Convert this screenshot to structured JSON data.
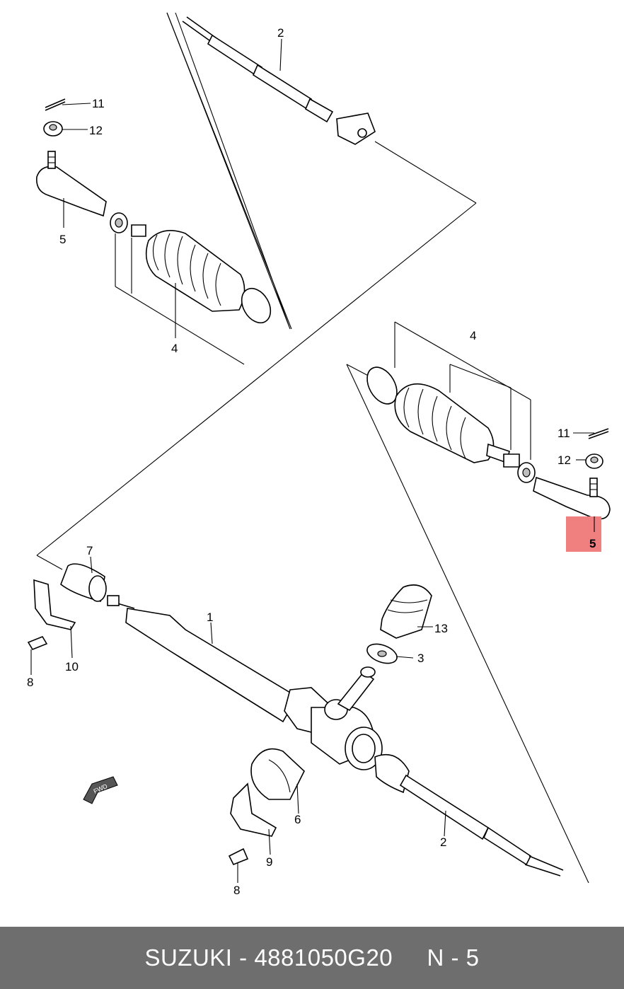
{
  "diagram": {
    "callouts": {
      "c1": "1",
      "c2_top": "2",
      "c2_bottom": "2",
      "c3": "3",
      "c4_left": "4",
      "c4_right": "4",
      "c5_left": "5",
      "c5_right": "5",
      "c6": "6",
      "c7": "7",
      "c8_left": "8",
      "c8_bottom": "8",
      "c9": "9",
      "c10": "10",
      "c11_left": "11",
      "c11_right": "11",
      "c12_left": "12",
      "c12_right": "12",
      "c13": "13"
    },
    "highlighted_part": "5",
    "highlight_color": "#f08080",
    "direction_arrow": "FWD"
  },
  "footer": {
    "brand": "SUZUKI",
    "separator": " - ",
    "part_number": "4881050G20",
    "ref": "N - 5",
    "background": "#6e6e6e"
  }
}
